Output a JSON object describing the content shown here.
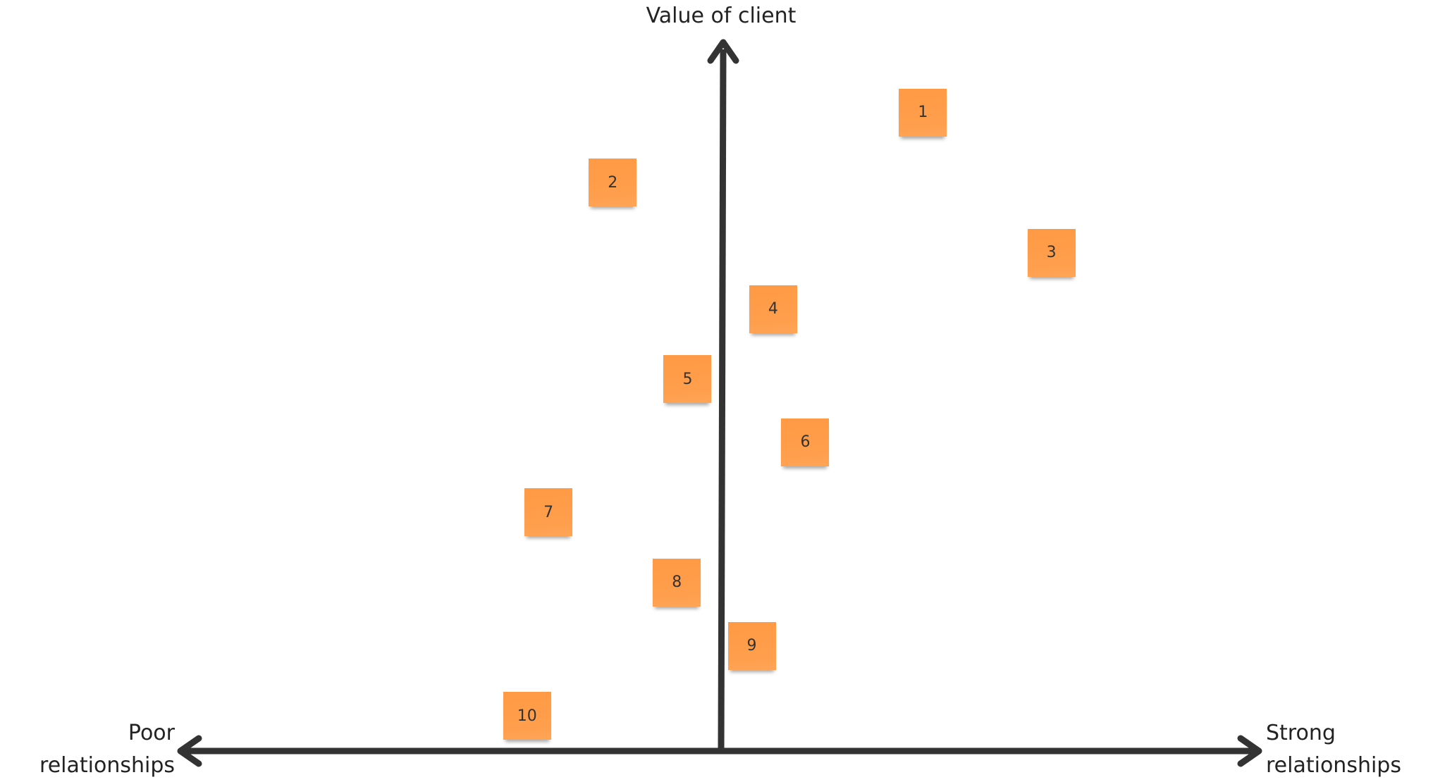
{
  "axes": {
    "y_title": "Value of client",
    "x_left_line1": "Poor",
    "x_left_line2": "relationships",
    "x_right_line1": "Strong",
    "x_right_line2": "relationships"
  },
  "note_color": "#FF9D48",
  "notes": [
    {
      "label": "1",
      "relationship": 0.69,
      "value": 0.91
    },
    {
      "label": "2",
      "relationship": 0.4,
      "value": 0.81
    },
    {
      "label": "3",
      "relationship": 0.81,
      "value": 0.71
    },
    {
      "label": "4",
      "relationship": 0.55,
      "value": 0.63
    },
    {
      "label": "5",
      "relationship": 0.47,
      "value": 0.53
    },
    {
      "label": "6",
      "relationship": 0.58,
      "value": 0.44
    },
    {
      "label": "7",
      "relationship": 0.34,
      "value": 0.34
    },
    {
      "label": "8",
      "relationship": 0.46,
      "value": 0.24
    },
    {
      "label": "9",
      "relationship": 0.53,
      "value": 0.15
    },
    {
      "label": "10",
      "relationship": 0.32,
      "value": 0.05
    }
  ]
}
